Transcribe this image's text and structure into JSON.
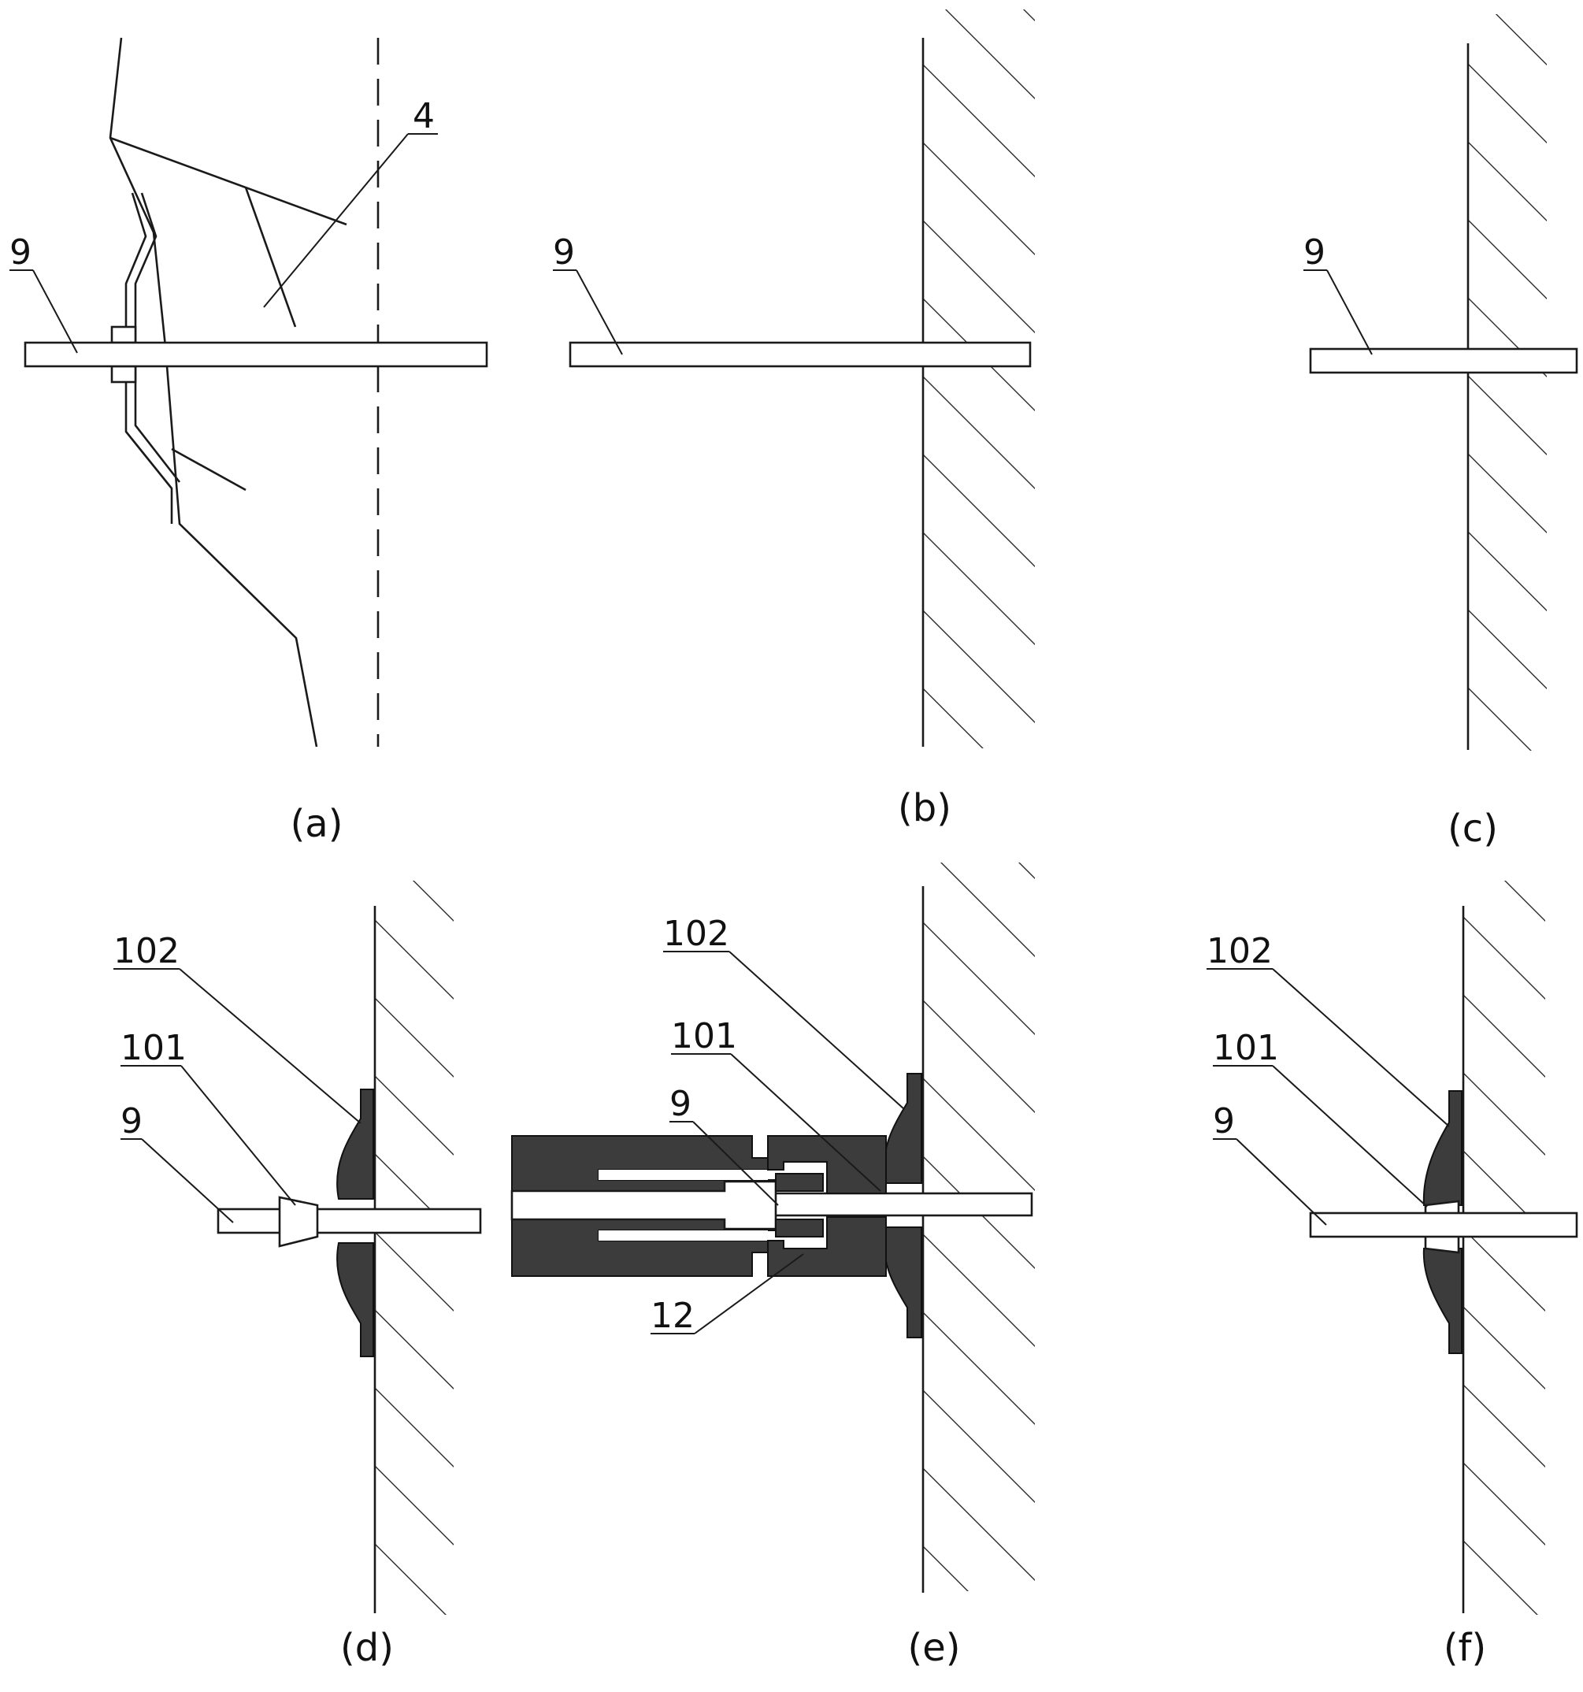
{
  "figure": {
    "panels": [
      {
        "id": "a",
        "caption": "(a)",
        "labels": [
          "9",
          "4"
        ]
      },
      {
        "id": "b",
        "caption": "(b)",
        "labels": [
          "9"
        ]
      },
      {
        "id": "c",
        "caption": "(c)",
        "labels": [
          "9"
        ]
      },
      {
        "id": "d",
        "caption": "(d)",
        "labels": [
          "102",
          "101",
          "9"
        ]
      },
      {
        "id": "e",
        "caption": "(e)",
        "labels": [
          "102",
          "101",
          "9",
          "12"
        ]
      },
      {
        "id": "f",
        "caption": "(f)",
        "labels": [
          "102",
          "101",
          "9"
        ]
      }
    ]
  },
  "colors": {
    "line": "#1a1a1a",
    "fill_dark": "#3c3c3c",
    "background": "#ffffff"
  }
}
